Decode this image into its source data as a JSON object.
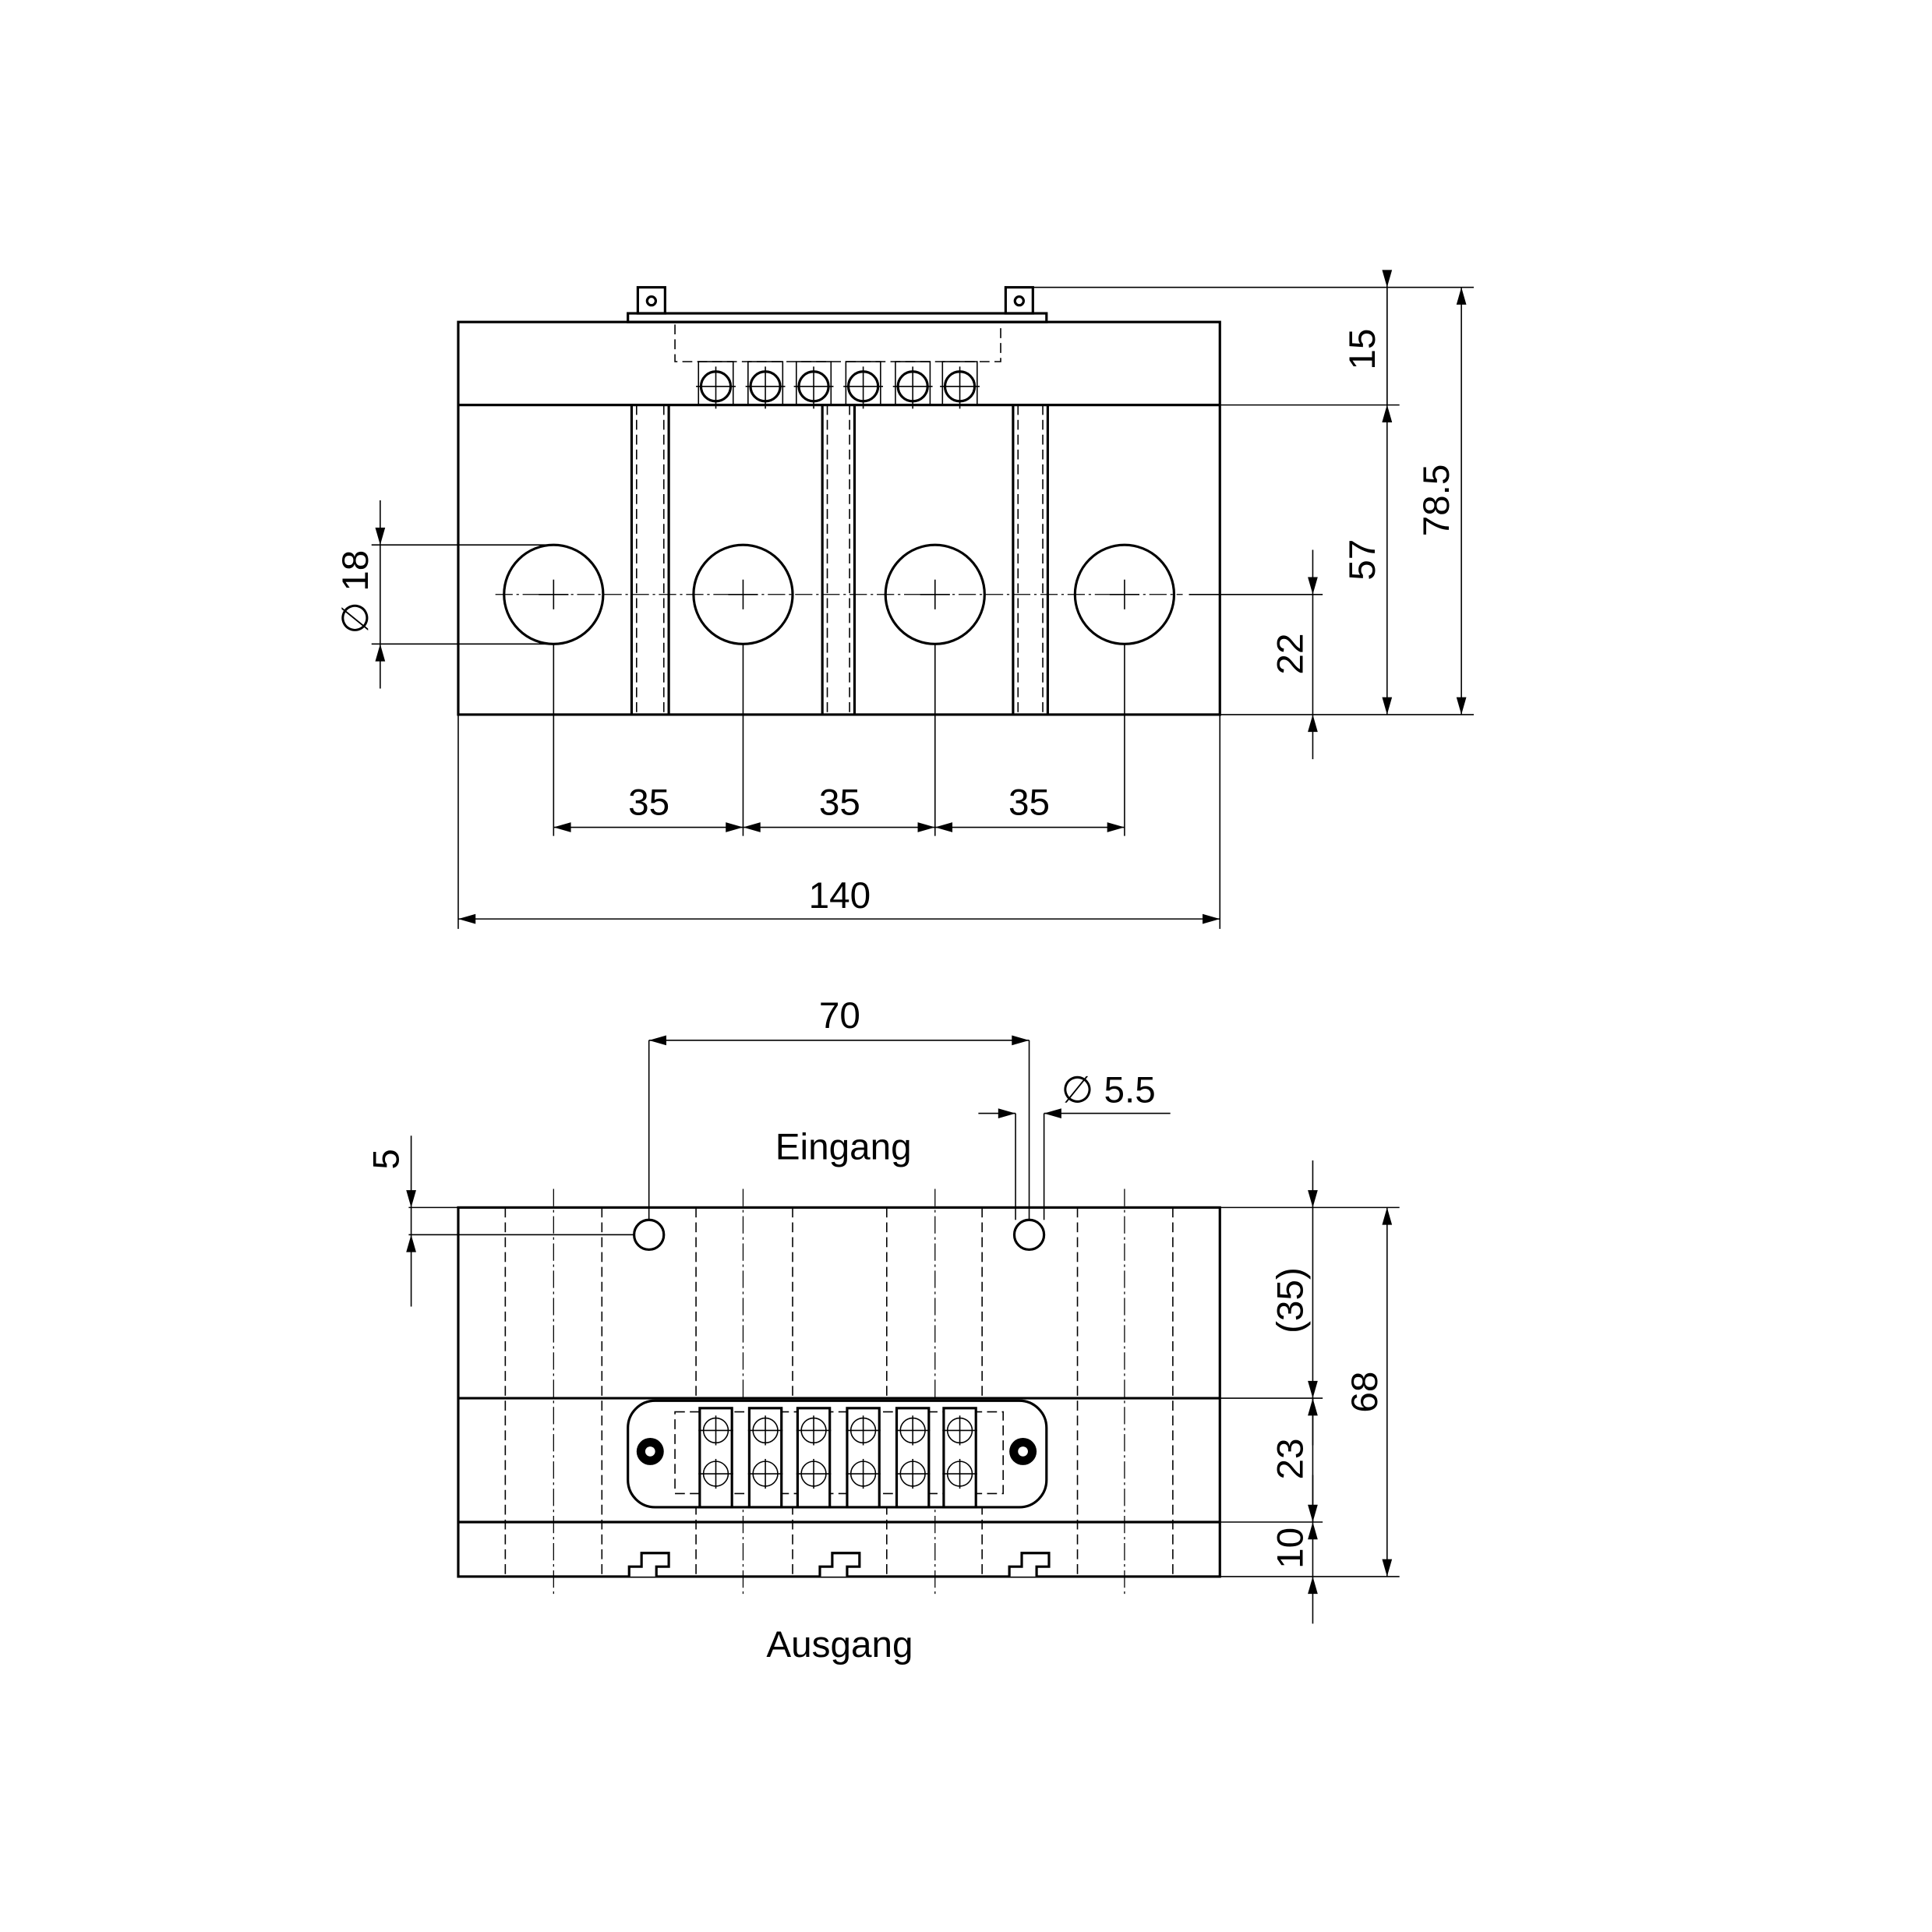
{
  "top_view": {
    "dim_height_top": "15",
    "dim_height_total": "78.5",
    "dim_height_body": "57",
    "dim_center_height": "22",
    "dim_hole_diameter": "∅ 18",
    "dim_pitch_1": "35",
    "dim_pitch_2": "35",
    "dim_pitch_3": "35",
    "dim_width": "140"
  },
  "bottom_view": {
    "dim_mount_spacing": "70",
    "dim_mount_hole": "∅ 5.5",
    "label_input": "Eingang",
    "dim_mount_offset": "5",
    "dim_upper": "(35)",
    "dim_total": "68",
    "dim_terminal": "23",
    "dim_base": "10",
    "label_output": "Ausgang"
  }
}
